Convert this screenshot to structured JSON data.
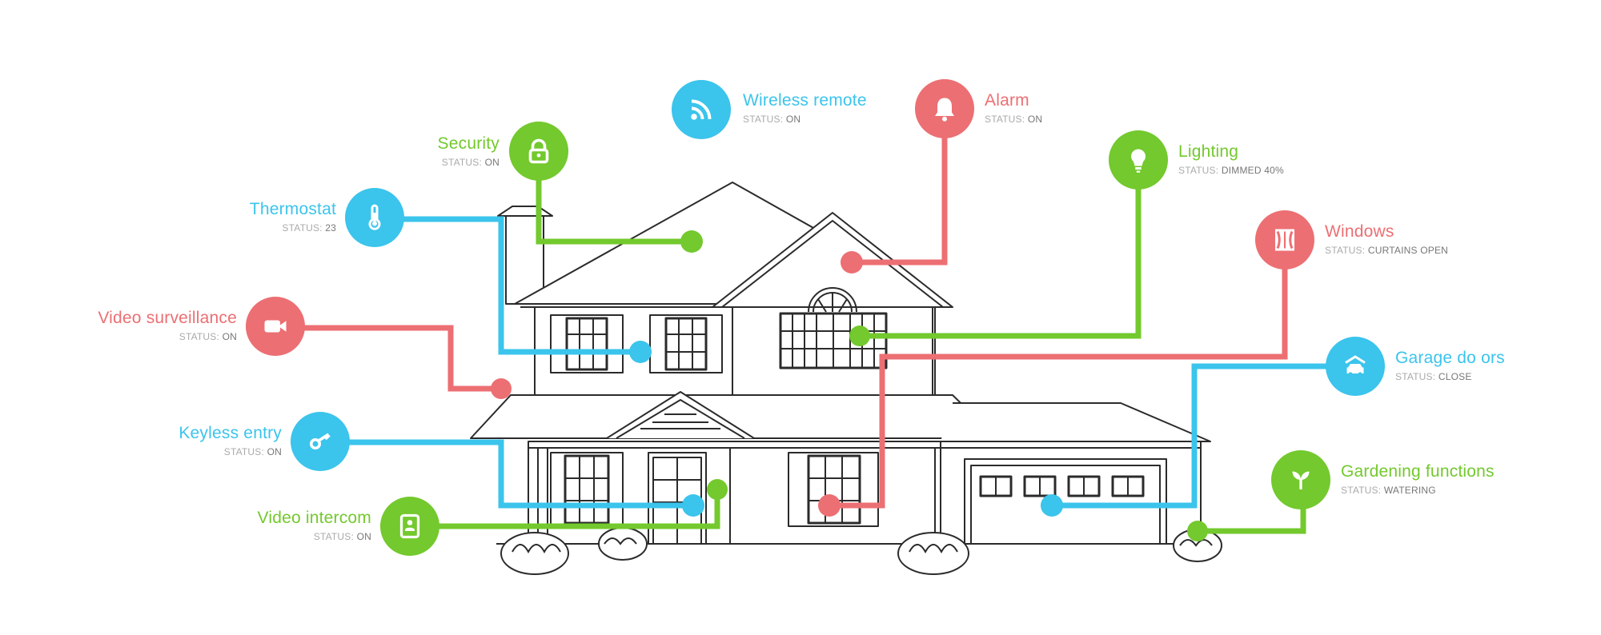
{
  "colors": {
    "blue": "#3bc4ec",
    "green": "#73c92d",
    "red": "#ec6f73",
    "line": "#2b2b2b"
  },
  "status_prefix": "STATUS:",
  "features": [
    {
      "id": "wireless",
      "title": "Wireless remote",
      "status": "ON",
      "color": "blue",
      "icon": "wifi-icon"
    },
    {
      "id": "alarm",
      "title": "Alarm",
      "status": "ON",
      "color": "red",
      "icon": "bell-icon"
    },
    {
      "id": "security",
      "title": "Security",
      "status": "ON",
      "color": "green",
      "icon": "lock-icon"
    },
    {
      "id": "lighting",
      "title": "Lighting",
      "status": "DIMMED 40%",
      "color": "green",
      "icon": "light-bulb-icon"
    },
    {
      "id": "thermostat",
      "title": "Thermostat",
      "status": "23",
      "color": "blue",
      "icon": "thermometer-icon"
    },
    {
      "id": "windows",
      "title": "Windows",
      "status": "CURTAINS OPEN",
      "color": "red",
      "icon": "window-curtains-icon"
    },
    {
      "id": "video_surveillance",
      "title": "Video surveillance",
      "status": "ON",
      "color": "red",
      "icon": "video-camera-icon"
    },
    {
      "id": "garage",
      "title": "Garage do ors",
      "status": "CLOSE",
      "color": "blue",
      "icon": "car-icon"
    },
    {
      "id": "keyless",
      "title": "Keyless entry",
      "status": "ON",
      "color": "blue",
      "icon": "key-icon"
    },
    {
      "id": "gardening",
      "title": "Gardening functions",
      "status": "WATERING",
      "color": "green",
      "icon": "sprout-icon"
    },
    {
      "id": "intercom",
      "title": "Video intercom",
      "status": "ON",
      "color": "green",
      "icon": "intercom-icon"
    }
  ]
}
